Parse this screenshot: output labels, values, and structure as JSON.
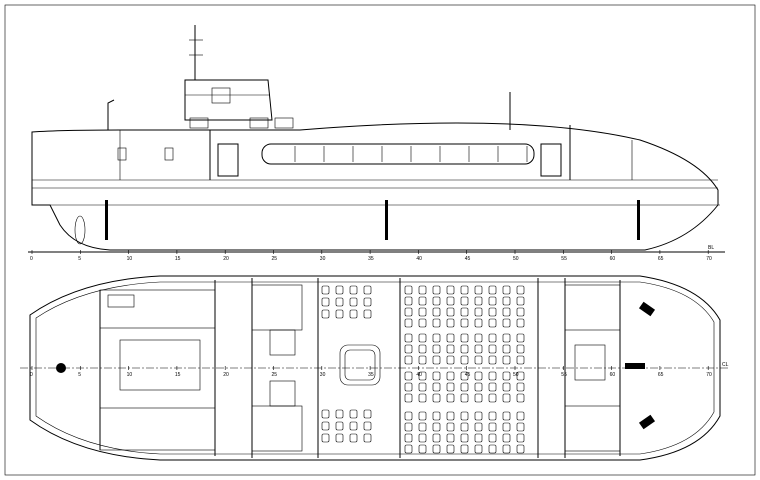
{
  "drawing": {
    "title_views": [
      "profile",
      "main-deck-plan"
    ],
    "frame_labels": [
      "0",
      "5",
      "10",
      "15",
      "20",
      "25",
      "30",
      "35",
      "40",
      "45",
      "50",
      "55",
      "60",
      "65",
      "70"
    ],
    "baseline_label": "BL",
    "centerline_label": "CL"
  }
}
